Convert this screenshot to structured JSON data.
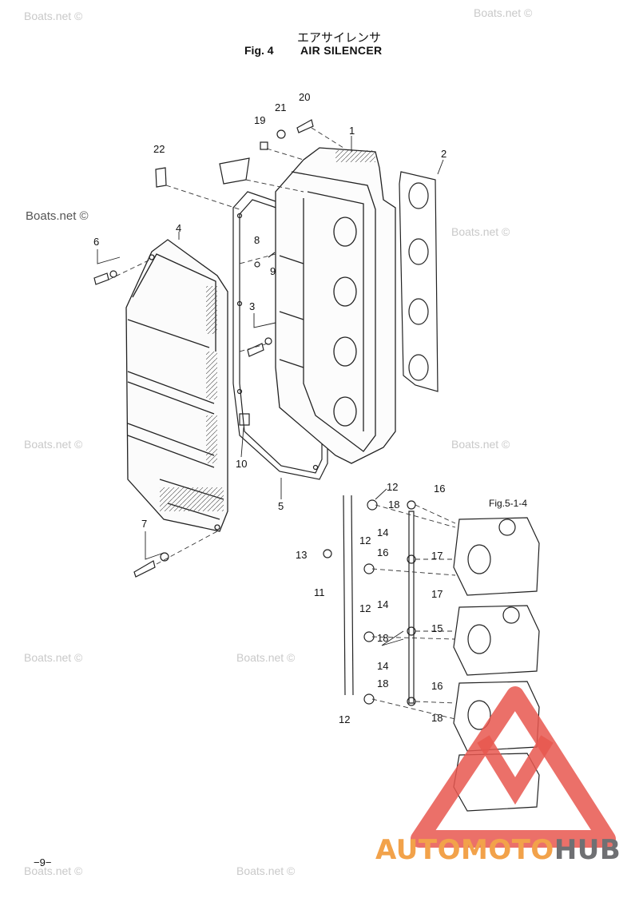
{
  "header": {
    "title_jp": "エアサイレンサ",
    "fig_label": "Fig. 4",
    "title_en": "AIR SILENCER"
  },
  "reference": "Fig.5-1-4",
  "watermark": "Boats.net ©",
  "page_number": "−9−",
  "brand": {
    "part1": "AUTO",
    "part2": "MOTO",
    "part3": "HUB"
  },
  "callouts": [
    {
      "num": "1"
    },
    {
      "num": "2"
    },
    {
      "num": "3"
    },
    {
      "num": "4"
    },
    {
      "num": "5"
    },
    {
      "num": "6"
    },
    {
      "num": "7"
    },
    {
      "num": "8"
    },
    {
      "num": "9"
    },
    {
      "num": "10"
    },
    {
      "num": "11"
    },
    {
      "num": "12"
    },
    {
      "num": "12"
    },
    {
      "num": "12"
    },
    {
      "num": "12"
    },
    {
      "num": "13"
    },
    {
      "num": "14"
    },
    {
      "num": "14"
    },
    {
      "num": "14"
    },
    {
      "num": "15"
    },
    {
      "num": "16"
    },
    {
      "num": "16"
    },
    {
      "num": "16"
    },
    {
      "num": "17"
    },
    {
      "num": "17"
    },
    {
      "num": "18"
    },
    {
      "num": "18"
    },
    {
      "num": "18"
    },
    {
      "num": "18"
    },
    {
      "num": "19"
    },
    {
      "num": "20"
    },
    {
      "num": "21"
    },
    {
      "num": "22"
    }
  ],
  "colors": {
    "line": "#222222",
    "watermark": "#c9c9c9",
    "logo_red": "#e8574f",
    "logo_orange": "#f2a24a",
    "logo_gray": "#6f7073"
  }
}
